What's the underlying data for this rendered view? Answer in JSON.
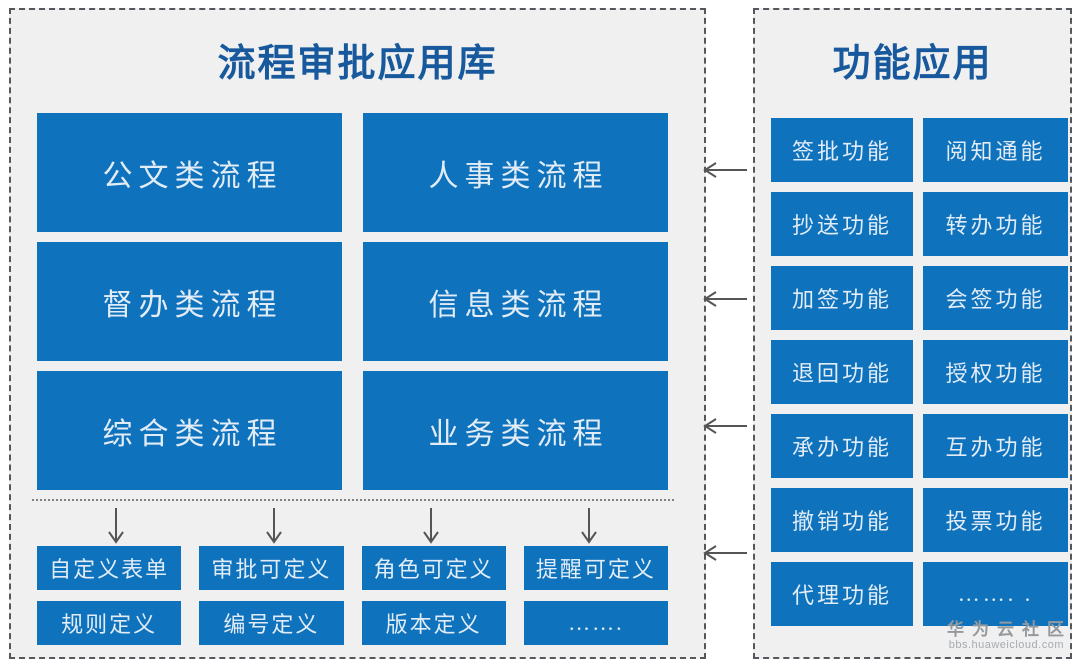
{
  "left_panel": {
    "title": "流程审批应用库",
    "process_boxes": [
      "公文类流程",
      "人事类流程",
      "督办类流程",
      "信息类流程",
      "综合类流程",
      "业务类流程"
    ],
    "definition_boxes": [
      "自定义表单",
      "审批可定义",
      "角色可定义",
      "提醒可定义",
      "规则定义",
      "编号定义",
      "版本定义",
      "……."
    ]
  },
  "right_panel": {
    "title": "功能应用",
    "function_boxes": [
      "签批功能",
      "阅知通能",
      "抄送功能",
      "转办功能",
      "加签功能",
      "会签功能",
      "退回功能",
      "授权功能",
      "承办功能",
      "互办功能",
      "撤销功能",
      "投票功能",
      "代理功能",
      "……. ."
    ]
  },
  "watermark": {
    "brand": "华为云社区",
    "url": "bbs.huaweicloud.com"
  },
  "icons": {
    "down_arrow": "down-arrow",
    "left_arrow": "left-arrow"
  },
  "colors": {
    "box_blue": "#0E72BD",
    "title_blue": "#17599C",
    "panel_bg": "#F0F0F0",
    "border_gray": "#54585C",
    "arrow_gray": "#555555",
    "box_text": "#E2ECF6",
    "watermark_gray": "#94999E"
  }
}
